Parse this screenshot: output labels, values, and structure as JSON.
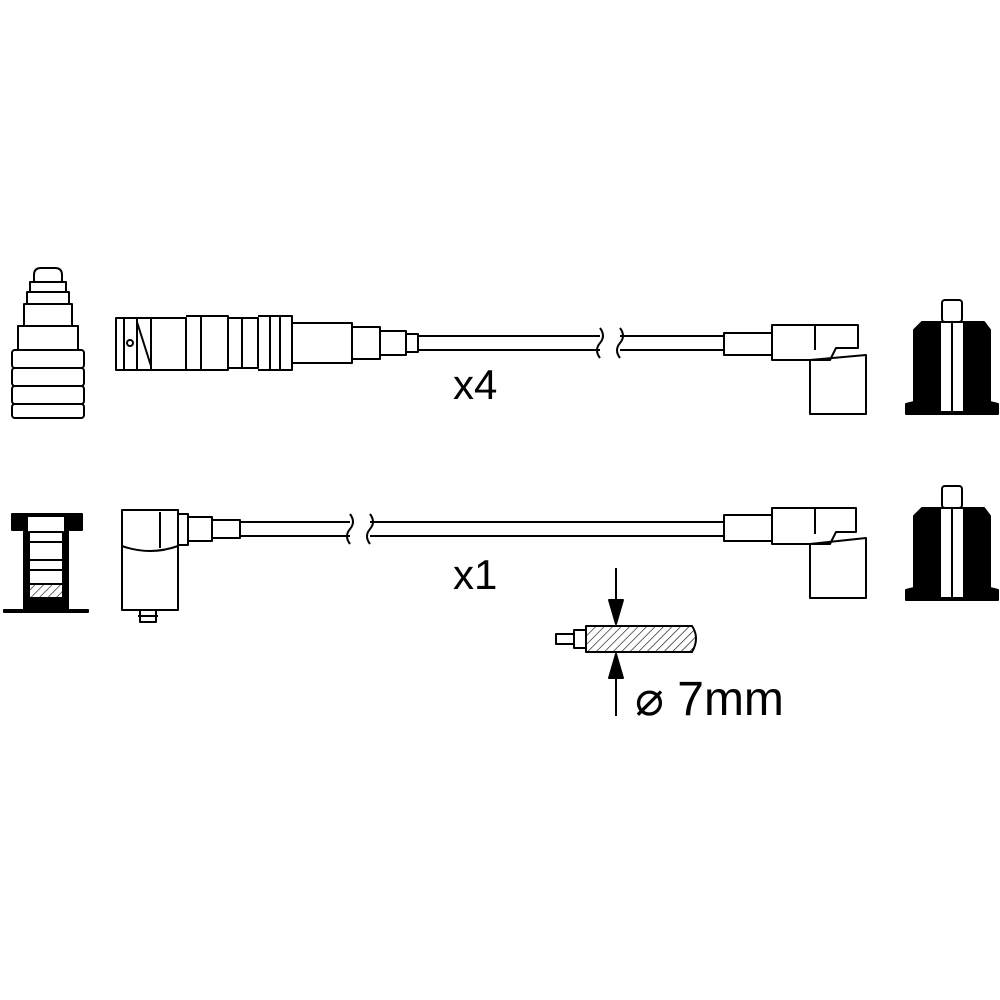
{
  "labels": {
    "quantity_top": "x4",
    "quantity_bottom": "x1",
    "diameter_symbol": "⌀",
    "diameter_value": "7mm"
  },
  "colors": {
    "ink": "#000000",
    "background": "#ffffff"
  }
}
